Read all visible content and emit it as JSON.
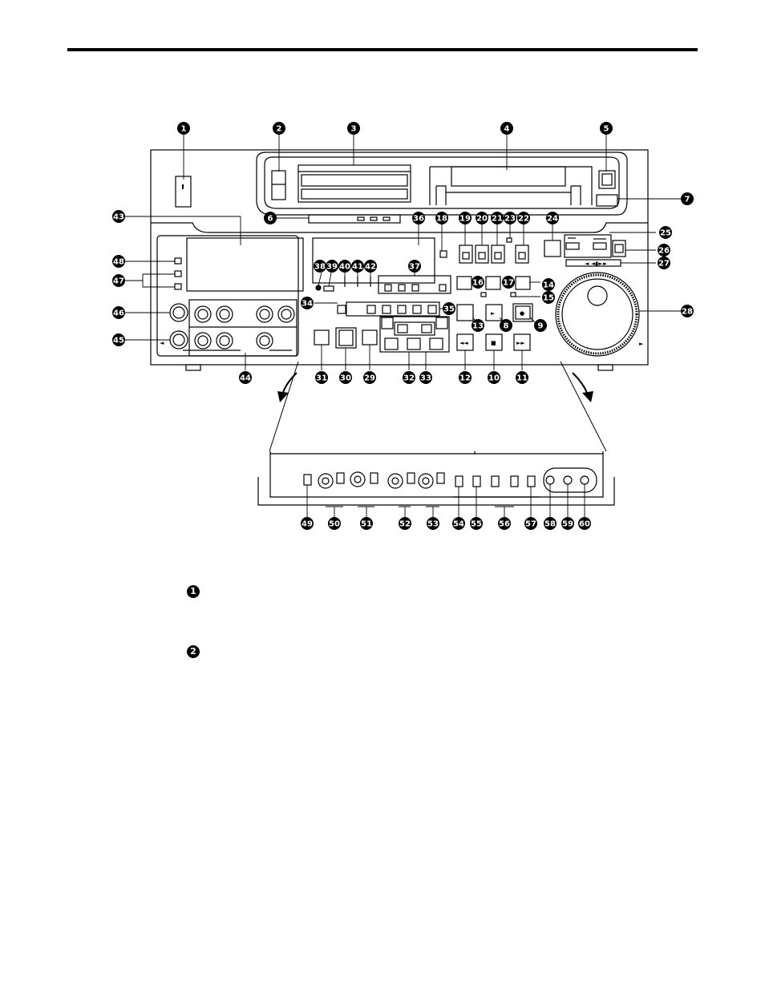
{
  "callouts": [
    "1",
    "2",
    "3",
    "4",
    "5",
    "6",
    "7",
    "8",
    "9",
    "10",
    "11",
    "12",
    "13",
    "14",
    "15",
    "16",
    "17",
    "18",
    "19",
    "20",
    "21",
    "22",
    "23",
    "24",
    "25",
    "26",
    "27",
    "28",
    "29",
    "30",
    "31",
    "32",
    "33",
    "34",
    "35",
    "36",
    "37",
    "38",
    "39",
    "40",
    "41",
    "42",
    "43",
    "44",
    "45",
    "46",
    "47",
    "48",
    "49",
    "50",
    "51",
    "52",
    "53",
    "54",
    "55",
    "56",
    "57",
    "58",
    "59",
    "60"
  ],
  "transport": {
    "play_glyph": "►",
    "rec_glyph": "●",
    "rew_glyph": "◄◄",
    "stop_glyph": "■",
    "ff_glyph": "►►"
  },
  "jog_glyphs": {
    "left": "◄",
    "center": "◄▮►",
    "right": "►"
  },
  "panel_marks": {
    "small_left_arrow": "◄",
    "small_right_arrow": "►"
  },
  "text_callouts": [
    "1",
    "2"
  ]
}
